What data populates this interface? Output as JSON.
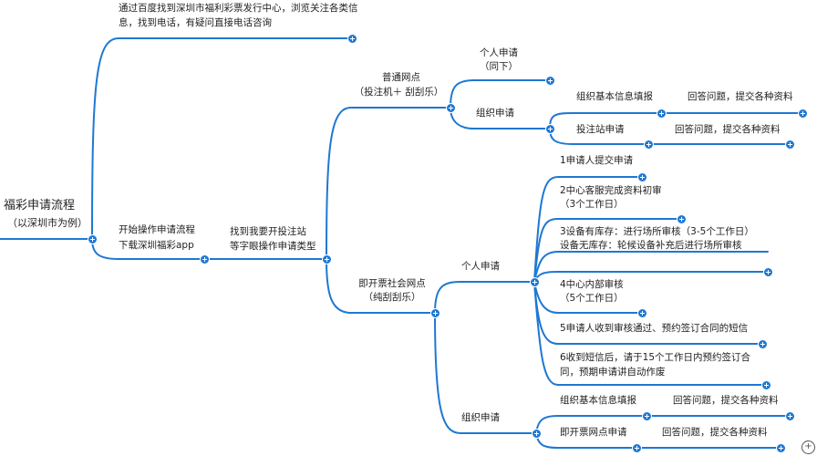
{
  "root": {
    "title": "福彩申请流程",
    "subtitle": "（以深圳市为例）"
  },
  "intro": {
    "line1": "通过百度找到深圳市福利彩票发行中心，浏览关注各类信",
    "line2": "息，找到电话，有疑问直接电话咨询"
  },
  "start": {
    "line1": "开始操作申请流程",
    "line2": "下载深圳福彩app"
  },
  "find": {
    "line1": "找到我要开投注站",
    "line2": "等字眼操作申请类型"
  },
  "normal": {
    "line1": "普通网点",
    "line2": "（投注机＋ 刮刮乐）",
    "personal": {
      "line1": "个人申请",
      "line2": "（同下）"
    },
    "org": {
      "label": "组织申请",
      "item1": "组织基本信息填报",
      "item1_next": "回答问题，提交各种资料",
      "item2": "投注站申请",
      "item2_next": "回答问题，提交各种资料"
    }
  },
  "instant": {
    "line1": "即开票社会网点",
    "line2": "（纯刮刮乐）",
    "personal": {
      "label": "个人申请",
      "s1": "1申请人提交申请",
      "s2a": "2中心客服完成资料初审",
      "s2b": "（3个工作日）",
      "s3a": "3设备有库存：进行场所审核（3-5个工作日）",
      "s3b": "设备无库存：轮候设备补充后进行场所审核",
      "s4a": "4中心内部审核",
      "s4b": "（5个工作日）",
      "s5": "5申请人收到审核通过、预约签订合同的短信",
      "s6a": "6收到短信后，请于15个工作日内预约签订合",
      "s6b": "同，预期申请讲自动作废"
    },
    "org": {
      "label": "组织申请",
      "item1": "组织基本信息填报",
      "item1_next": "回答问题，提交各种资料",
      "item2": "即开票网点申请",
      "item2_next": "回答问题，提交各种资料"
    }
  },
  "colors": {
    "branch": "#1e78d2",
    "text": "#222222"
  },
  "icons": {
    "knob": "plus-circle-icon",
    "zoom": "zoom-in-icon"
  }
}
